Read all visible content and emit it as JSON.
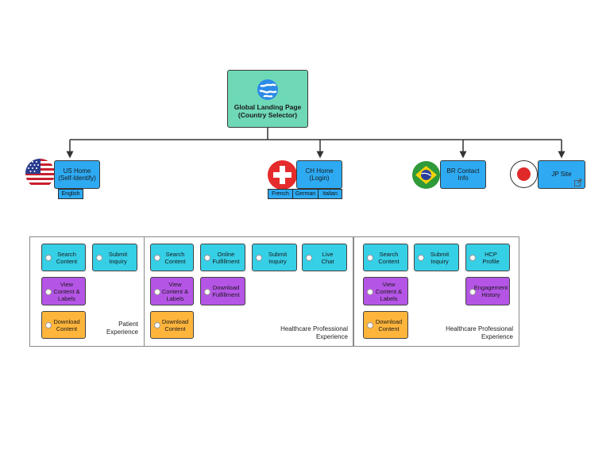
{
  "root": {
    "line1": "Global Landing Page",
    "line2": "(Country Selector)",
    "icon": "globe-icon"
  },
  "countries": {
    "us": {
      "line1": "US Home",
      "line2": "(Self-Identify)",
      "flag": "us-flag-icon",
      "languages": [
        "English"
      ]
    },
    "ch": {
      "line1": "CH Home",
      "line2": "(Login)",
      "flag": "swiss-flag-icon",
      "languages": [
        "French",
        "German",
        "Italian"
      ]
    },
    "br": {
      "line1": "BR Contact",
      "line2": "Info",
      "flag": "brazil-flag-icon"
    },
    "jp": {
      "line1": "JP Site",
      "flag": "japan-flag-icon",
      "external_icon": "external-link-icon"
    }
  },
  "panels": [
    {
      "label_line1": "Patient",
      "label_line2": "Experience",
      "cards": [
        {
          "lines": [
            "Search",
            "Content"
          ],
          "color": "cyan"
        },
        {
          "lines": [
            "Submit",
            "Inquiry"
          ],
          "color": "cyan"
        },
        {
          "lines": [
            "View",
            "Content &",
            "Labels"
          ],
          "color": "purple"
        },
        {
          "lines": [
            "Download",
            "Content"
          ],
          "color": "orange"
        }
      ]
    },
    {
      "label_line1": "Healthcare Professional",
      "label_line2": "Experience",
      "cards": [
        {
          "lines": [
            "Search",
            "Content"
          ],
          "color": "cyan"
        },
        {
          "lines": [
            "Online",
            "Fulfillment"
          ],
          "color": "cyan"
        },
        {
          "lines": [
            "Submit",
            "Inquiry"
          ],
          "color": "cyan"
        },
        {
          "lines": [
            "Live",
            "Chat"
          ],
          "color": "cyan"
        },
        {
          "lines": [
            "View",
            "Content &",
            "Labels"
          ],
          "color": "purple"
        },
        {
          "lines": [
            "Download",
            "Fulfillment"
          ],
          "color": "purple"
        },
        {
          "lines": [
            "Download",
            "Content"
          ],
          "color": "orange"
        }
      ]
    },
    {
      "label_line1": "Healthcare Professional",
      "label_line2": "Experience",
      "cards": [
        {
          "lines": [
            "Search",
            "Content"
          ],
          "color": "cyan"
        },
        {
          "lines": [
            "Submit",
            "Inquiry"
          ],
          "color": "cyan"
        },
        {
          "lines": [
            "HCP",
            "Profile"
          ],
          "color": "cyan"
        },
        {
          "lines": [
            "View",
            "Content &",
            "Labels"
          ],
          "color": "purple"
        },
        {
          "lines": [
            "Engagement",
            "History"
          ],
          "color": "purple"
        },
        {
          "lines": [
            "Download",
            "Content"
          ],
          "color": "orange"
        }
      ]
    }
  ],
  "colors": {
    "root": "#6fd8b6",
    "country": "#2eaaf2",
    "cyan": "#35cfe6",
    "purple": "#b555e6",
    "orange": "#ffb53c"
  }
}
